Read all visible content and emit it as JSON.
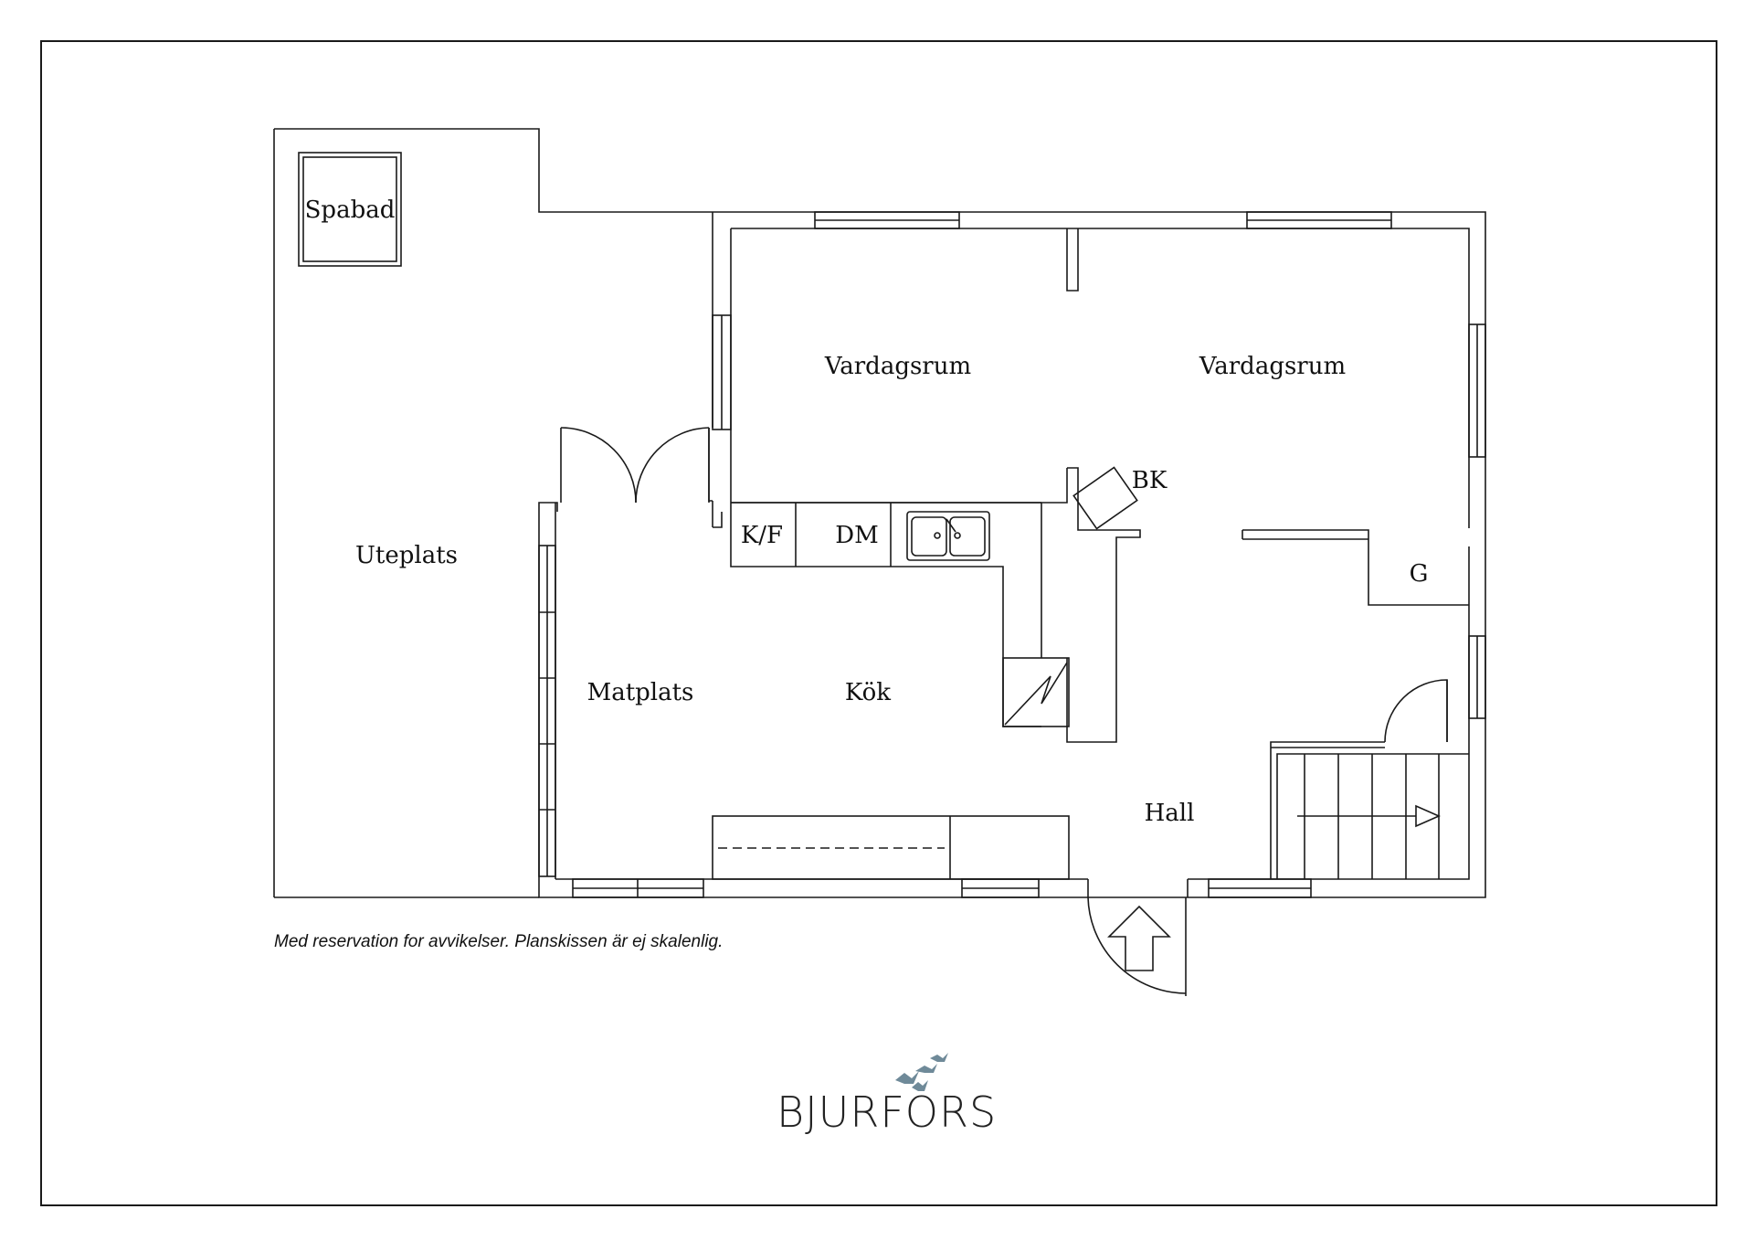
{
  "rooms": {
    "spabad": "Spabad",
    "uteplats": "Uteplats",
    "vardagsrum_1": "Vardagsrum",
    "vardagsrum_2": "Vardagsrum",
    "bk": "BK",
    "kf": "K/F",
    "dm": "DM",
    "g": "G",
    "matplats": "Matplats",
    "kok": "Kök",
    "hall": "Hall"
  },
  "disclaimer": "Med reservation for avvikelser. Planskissen är ej skalenlig.",
  "logo": {
    "name": "BJURFORS",
    "birds_color": "#6f8a99",
    "text_color": "#222222"
  },
  "colors": {
    "line": "#1a1a1a",
    "background": "#ffffff"
  }
}
